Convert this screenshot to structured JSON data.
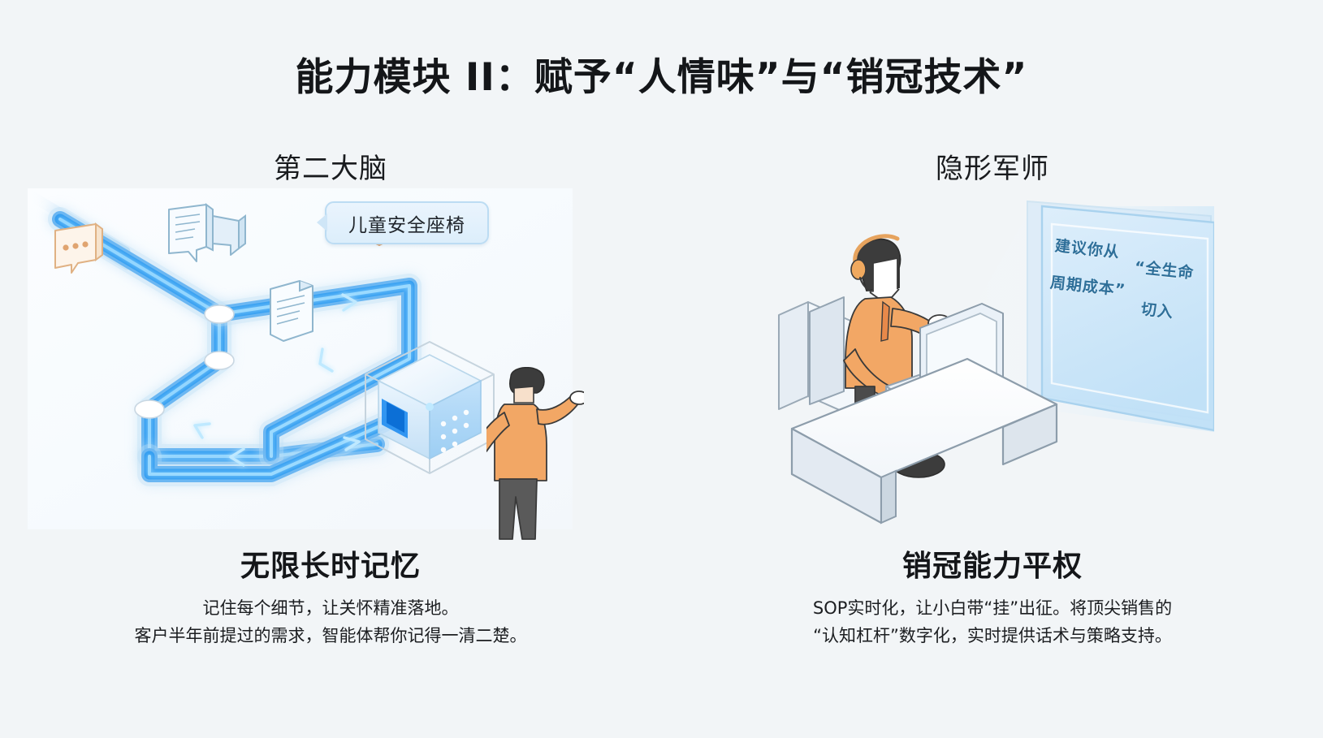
{
  "page": {
    "title": "能力模块 II：赋予“人情味”与“销冠技术”",
    "background_color": "#f2f5f7",
    "accent_blue": "#1e8bf0",
    "accent_orange": "#f0a35e"
  },
  "columns": [
    {
      "heading": "第二大脑",
      "illustration": {
        "name": "memory-pipeline-illustration",
        "bubble_label": "儿童安全座椅",
        "icons": [
          "gift-icon",
          "chat-bubbles-icon",
          "document-icon",
          "comment-icon",
          "data-cube-icon",
          "person-icon"
        ]
      },
      "caption_title": "无限长时记忆",
      "caption_lines": [
        "记住每个细节，让关怀精准落地。",
        "客户半年前提过的需求，智能体帮你记得一清二楚。"
      ]
    },
    {
      "heading": "隐形军师",
      "illustration": {
        "name": "sales-advisor-illustration",
        "screen_text_lines": [
          "建议你从",
          "周期成本”",
          "“全生命",
          "切入"
        ],
        "screen_text_full": "建议你从“全生命周期成本”切入",
        "icons": [
          "headset-agent-icon",
          "desk-icon",
          "monitor-icon",
          "projection-screen-icon"
        ]
      },
      "caption_title": "销冠能力平权",
      "caption_lines": [
        "SOP实时化，让小白带“挂”出征。将顶尖销售的",
        "“认知杠杆”数字化，实时提供话术与策略支持。"
      ]
    }
  ]
}
